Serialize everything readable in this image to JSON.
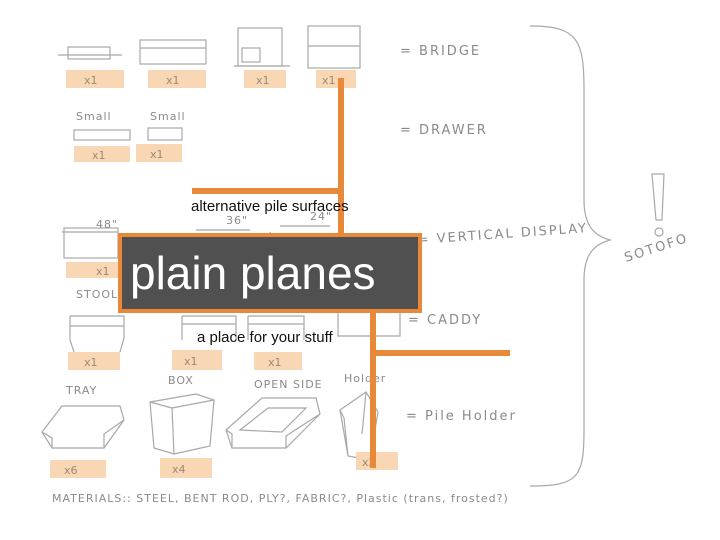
{
  "title": "plain planes",
  "captions": {
    "top": "alternative pile surfaces",
    "bottom": "a place for your stuff"
  },
  "sketch": {
    "categories": {
      "bridge": "= BRIDGE",
      "drawer": "= DRAWER",
      "vertical_display": "= VERTICAL DISPLAY",
      "caddy": "= CADDY",
      "pile_holder": "= Pile Holder"
    },
    "quantities": {
      "bridge_1": "x1",
      "bridge_2": "x1",
      "bridge_3": "x1",
      "bridge_4": "x1",
      "drawer_1": "x1",
      "drawer_2": "x1",
      "vd_1": "x1",
      "caddy_1": "x1",
      "caddy_2": "x1",
      "caddy_3": "x1",
      "tray": "x6",
      "box": "x4",
      "holder": "x2"
    },
    "sizes": {
      "small_1": "Small",
      "small_2": "Small"
    },
    "dims": {
      "d1": "48\"",
      "d2": "36\"",
      "d3": "24\""
    },
    "stool": "STOOL",
    "labels": {
      "tray": "TRAY",
      "box": "BOX",
      "open_side": "OPEN SIDE",
      "holder": "Holder"
    },
    "aside": "SOTOFO",
    "materials": "MATERIALS:: STEEL, BENT ROD, PLY?, FABRIC?, Plastic (trans, frosted?)"
  },
  "colors": {
    "accent": "#e8893a",
    "title_bg": "#505050",
    "qty_bg": "#f9d6b4",
    "sketch": "#9a9a9a"
  }
}
